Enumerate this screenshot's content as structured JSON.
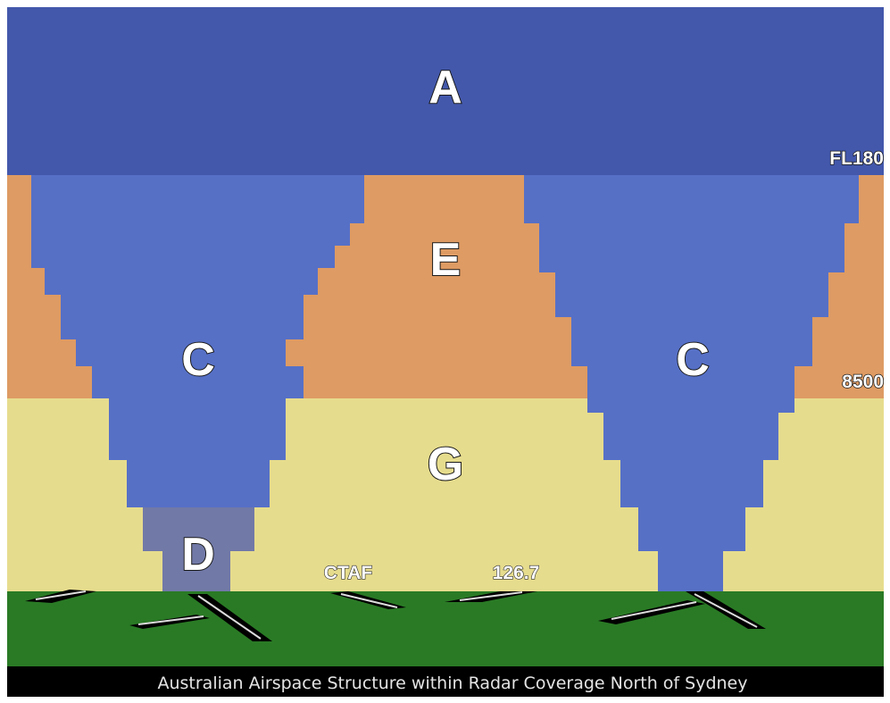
{
  "airspace_classes": {
    "upper": "A",
    "lower_enroute": "E",
    "terminal_left": "C",
    "terminal_right": "C",
    "uncontrolled": "G",
    "tower": "D"
  },
  "altitude_labels": {
    "upper_boundary": "FL180",
    "mid_boundary": "8500"
  },
  "ctaf": {
    "label": "CTAF",
    "frequency": "126.7"
  },
  "caption": "Australian Airspace Structure within Radar Coverage North of Sydney",
  "colors": {
    "class_a": "#4358ab",
    "class_c": "#5670c6",
    "class_e": "#de9b63",
    "class_g": "#e6dc8d",
    "class_d": "#7179a7",
    "ground": "#2a7a25",
    "caption_bar": "#000000"
  }
}
